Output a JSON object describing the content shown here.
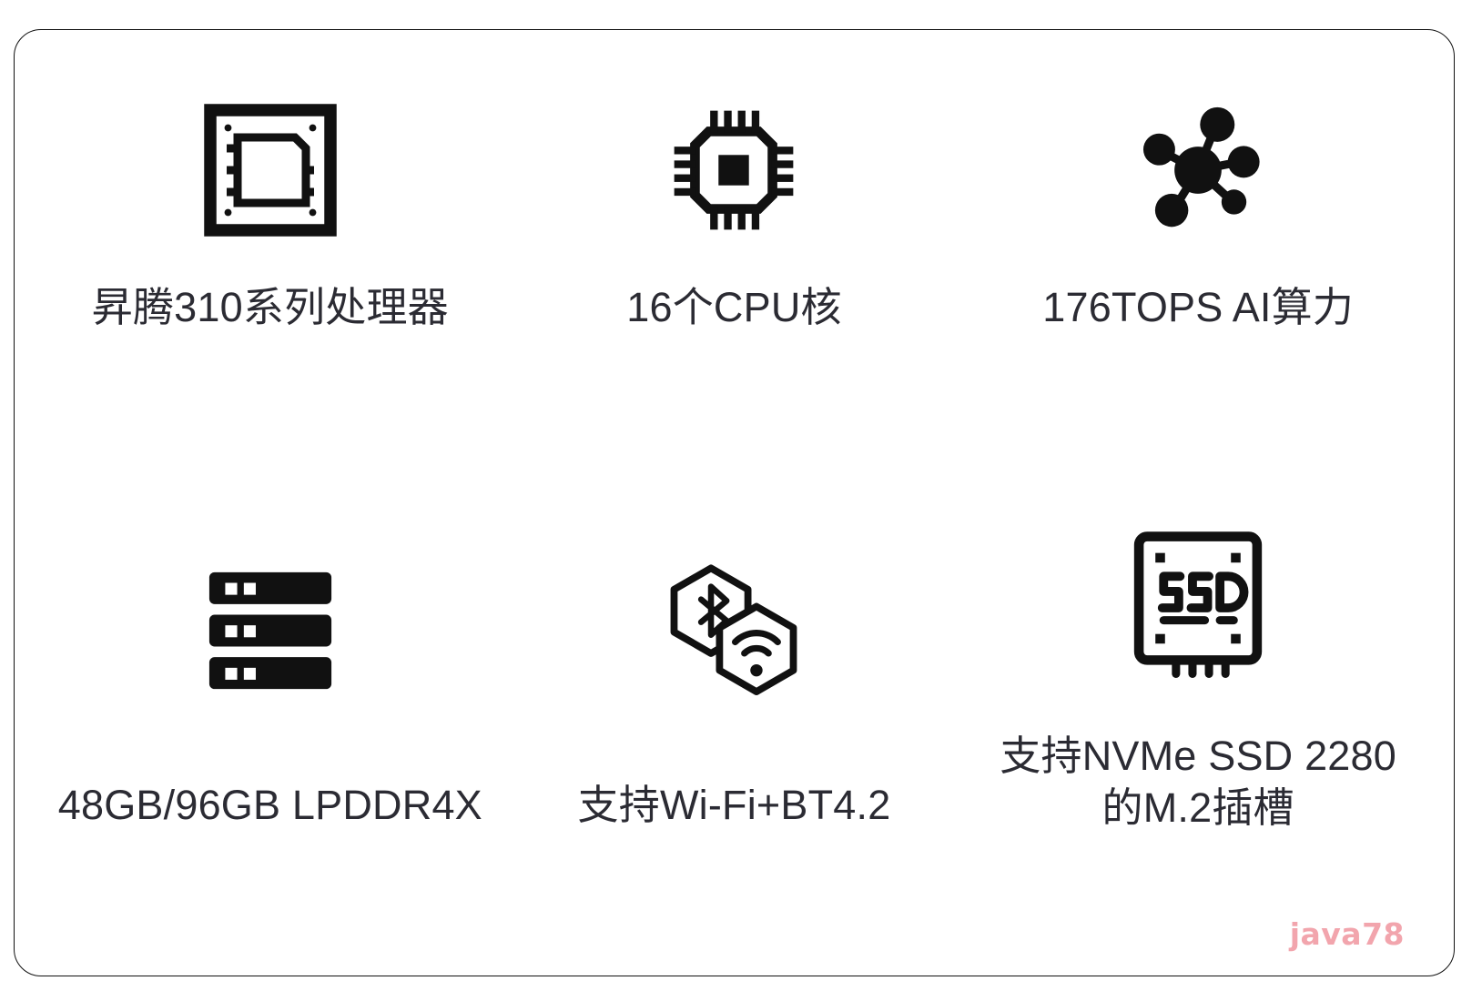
{
  "card": {
    "border_color": "#111111",
    "background": "#ffffff",
    "text_color": "#2b2b33"
  },
  "features": [
    {
      "icon": "processor-chip-icon",
      "label": "昇腾310系列处理器"
    },
    {
      "icon": "cpu-chip-icon",
      "label": "16个CPU核"
    },
    {
      "icon": "neural-network-icon",
      "label": "176TOPS AI算力"
    },
    {
      "icon": "memory-module-icon",
      "label": "48GB/96GB LPDDR4X"
    },
    {
      "icon": "bluetooth-wifi-icon",
      "label": "支持Wi-Fi+BT4.2"
    },
    {
      "icon": "ssd-icon",
      "label": "支持NVMe SSD 2280\n的M.2插槽"
    }
  ],
  "watermark": {
    "text": "java78",
    "color": "#f2a5ad"
  }
}
